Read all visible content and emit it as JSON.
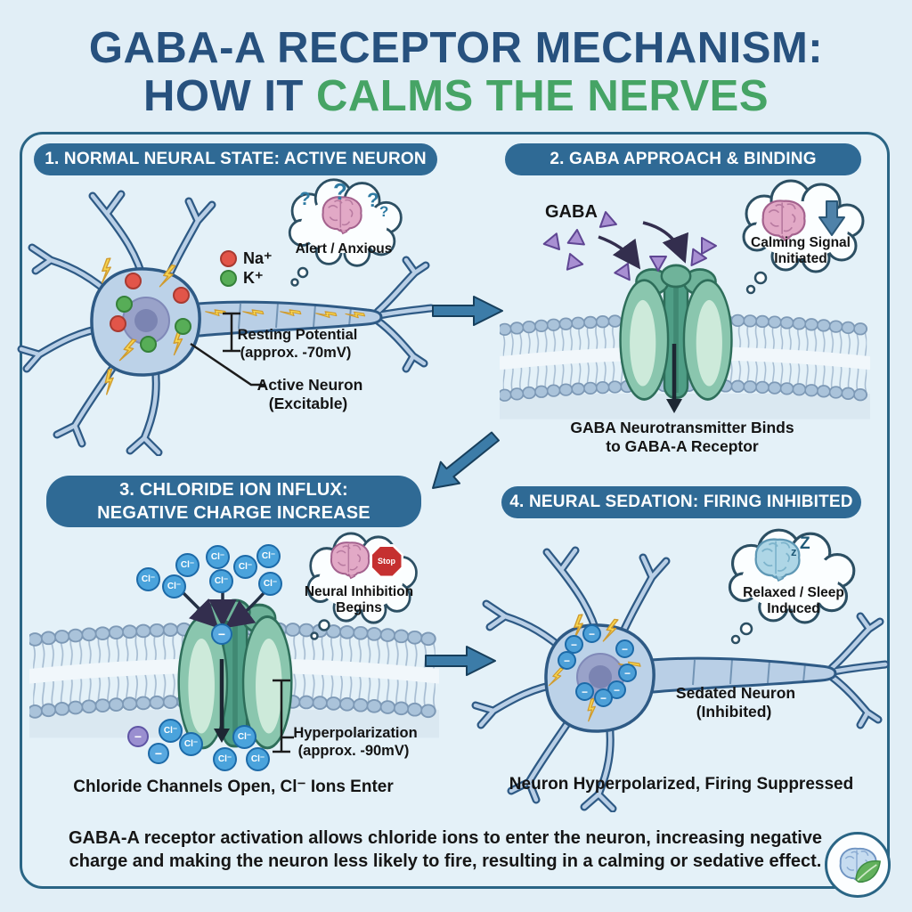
{
  "title": {
    "line1": "GABA-A RECEPTOR MECHANISM:",
    "line2_prefix": "HOW IT ",
    "line2_highlight": "CALMS THE NERVES"
  },
  "colors": {
    "title_navy": "#27517e",
    "title_green": "#46a465",
    "header_pill": "#2f6a95",
    "frame_border": "#2a6585",
    "na_red": "#e25549",
    "k_green": "#57ad57",
    "chloride_blue": "#4aa3dc",
    "gaba_purple": "#a88fd2",
    "receptor_green": "#8ac6ae"
  },
  "panels": [
    {
      "header": "1. NORMAL NEURAL STATE: ACTIVE NEURON",
      "legend": {
        "na": "Na⁺",
        "k": "K⁺"
      },
      "thought": {
        "label": "Alert / Anxious",
        "glyphs": [
          "?",
          "?",
          "?",
          "?"
        ]
      },
      "labels": {
        "resting1": "Resting Potential",
        "resting2": "(approx. -70mV)",
        "active1": "Active Neuron",
        "active2": "(Excitable)"
      }
    },
    {
      "header": "2. GABA APPROACH & BINDING",
      "gaba_label": "GABA",
      "thought": {
        "line1": "Calming Signal",
        "line2": "Initiated"
      },
      "caption1": "GABA Neurotransmitter Binds",
      "caption2": "to GABA-A Receptor"
    },
    {
      "header_line1": "3. CHLORIDE ION INFLUX:",
      "header_line2": "NEGATIVE CHARGE INCREASE",
      "ion_label": "Cl⁻",
      "minus": "−",
      "thought": {
        "line1": "Neural Inhibition",
        "line2": "Begins",
        "stop": "Stop"
      },
      "labels": {
        "hyper1": "Hyperpolarization",
        "hyper2": "(approx. -90mV)"
      },
      "caption": "Chloride Channels Open, Cl⁻ Ions Enter"
    },
    {
      "header": "4. NEURAL SEDATION: FIRING INHIBITED",
      "minus": "−",
      "thought": {
        "line1": "Relaxed / Sleep",
        "line2": "Induced",
        "z1": "z",
        "z2": "Z"
      },
      "labels": {
        "sedated1": "Sedated Neuron",
        "sedated2": "(Inhibited)"
      },
      "caption": "Neuron Hyperpolarized, Firing Suppressed"
    }
  ],
  "footer": {
    "line1": "GABA-A receptor activation allows chloride ions to enter the neuron, increasing negative",
    "line2": "charge and making the neuron less likely to fire, resulting in a calming or sedative effect."
  }
}
